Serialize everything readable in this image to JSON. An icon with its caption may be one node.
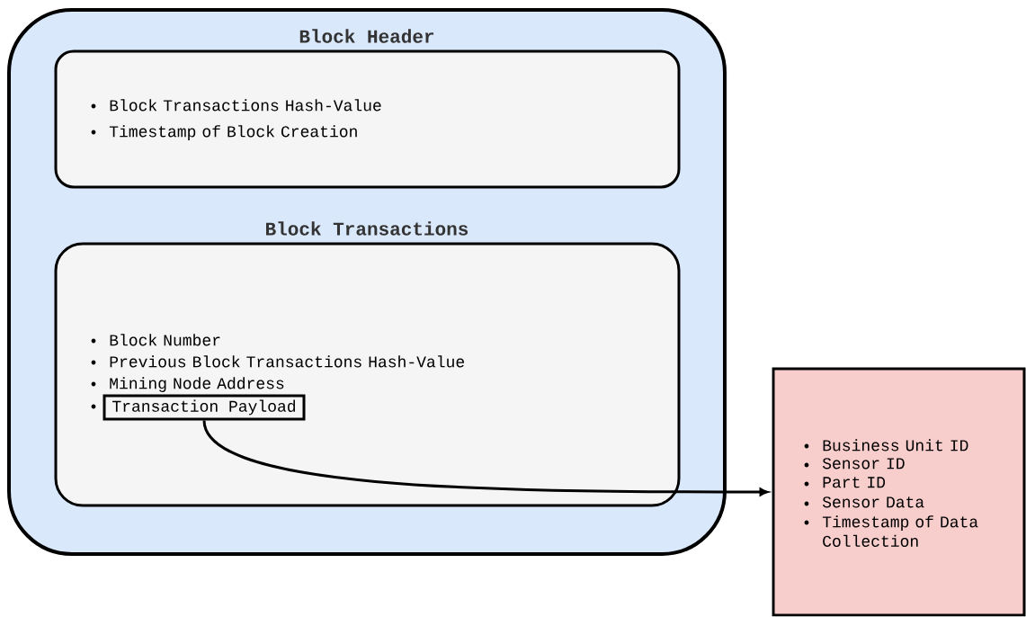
{
  "diagram": {
    "nodes": [
      {
        "text": [],
        "shape": "box"
      },
      {
        "text": [
          "Block Header",
          "Block Transactions Hash-Value",
          "Timestamp of Block Creation"
        ],
        "in": 0
      },
      {
        "text": [
          "Block Transactions",
          "Block Number",
          "Previous Block Transactions Hash-Value",
          "Mining Node Address"
        ],
        "in": 0
      },
      {
        "text": [
          "Transaction Payload"
        ],
        "in": 2
      },
      {
        "text": [
          "Business Unit ID",
          "Sensor ID",
          "Part ID",
          "Sensor Data",
          "Timestamp of Data Collection"
        ]
      }
    ],
    "edges": [
      {
        "from": 3,
        "to": 4,
        "arrow": "to"
      }
    ]
  }
}
